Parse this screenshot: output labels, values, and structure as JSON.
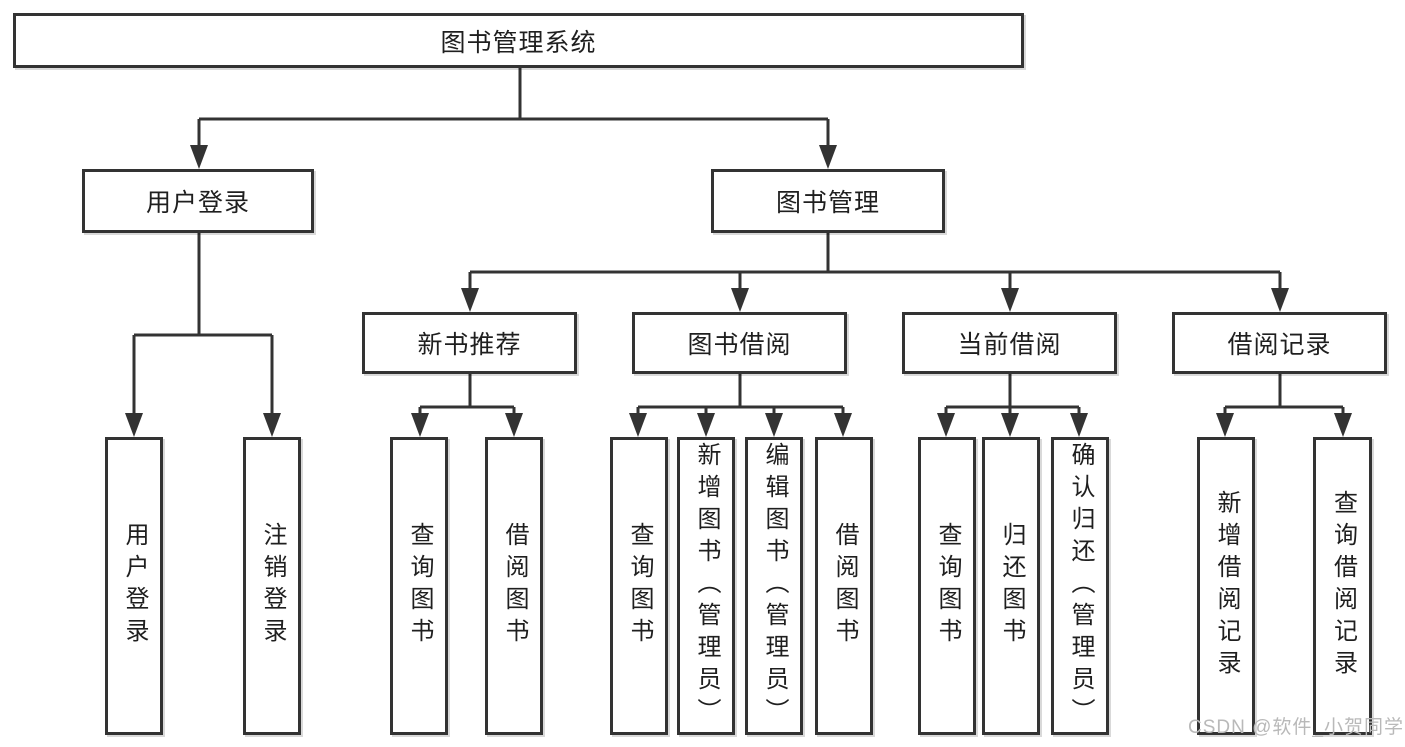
{
  "root": {
    "label": "图书管理系统"
  },
  "level2": [
    {
      "label": "用户登录"
    },
    {
      "label": "图书管理"
    }
  ],
  "level3": [
    {
      "label": "新书推荐"
    },
    {
      "label": "图书借阅"
    },
    {
      "label": "当前借阅"
    },
    {
      "label": "借阅记录"
    }
  ],
  "leaves": [
    {
      "label": "用户登录"
    },
    {
      "label": "注销登录"
    },
    {
      "label": "查询图书"
    },
    {
      "label": "借阅图书"
    },
    {
      "label": "查询图书"
    },
    {
      "label": "新增图书（管理员）"
    },
    {
      "label": "编辑图书（管理员）"
    },
    {
      "label": "借阅图书"
    },
    {
      "label": "查询图书"
    },
    {
      "label": "归还图书"
    },
    {
      "label": "确认归还（管理员）"
    },
    {
      "label": "新增借阅记录"
    },
    {
      "label": "查询借阅记录"
    }
  ],
  "watermark": {
    "text": "CSDN @软件_小贺同学",
    "color": "#b9b9b9"
  },
  "colors": {
    "line": "#333333",
    "text": "#1f1f1f",
    "box_background": "#ffffff",
    "page_background": "#ffffff"
  }
}
